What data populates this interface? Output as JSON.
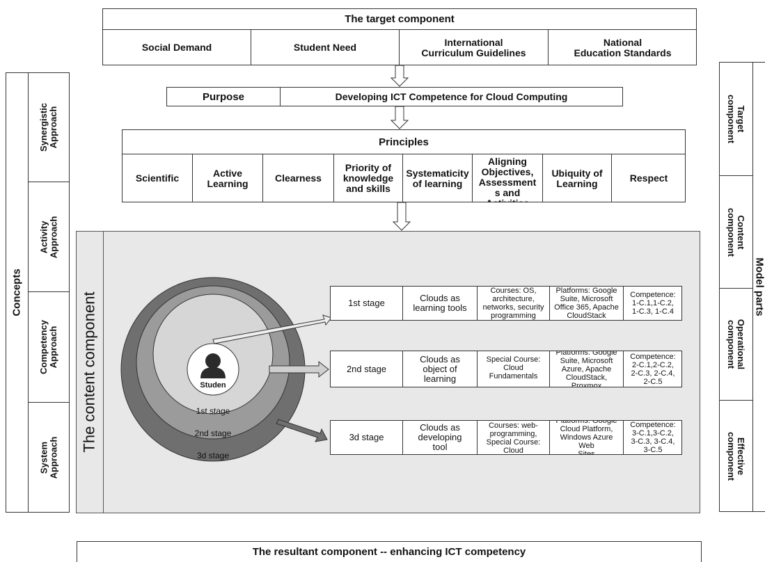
{
  "target": {
    "title": "The target component",
    "items": [
      "Social Demand",
      "Student Need",
      "International\nCurriculum Guidelines",
      "National\nEducation Standards"
    ]
  },
  "purpose": {
    "label": "Purpose",
    "text": "Developing ICT Competence for Cloud Computing"
  },
  "principles": {
    "title": "Principles",
    "items": [
      "Scientific",
      "Active\nLearning",
      "Clearness",
      "Priority of\nknowledge\nand skills",
      "Systematicity\nof learning",
      "Aligning\nObjectives,\nAssessment\ns and\nActivities",
      "Ubiquity of\nLearning",
      "Respect"
    ]
  },
  "concepts": {
    "label": "Concepts",
    "items": [
      "Synergistic\nApproach",
      "Activity Approach",
      "Competency\nApproach",
      "System\nApproach"
    ]
  },
  "model_parts": {
    "label": "Model parts",
    "items": [
      "Target component",
      "Content\ncomponent",
      "Operational\ncomponent",
      "Effective\ncomponent"
    ]
  },
  "content": {
    "label": "The content component",
    "student_label": "Studen",
    "rings": [
      "1st stage",
      "2nd stage",
      "3d stage"
    ],
    "stages": [
      {
        "stage": "1st stage",
        "role": "Clouds as\nlearning tools",
        "courses": "Courses: OS,\narchitecture,\nnetworks, security\nprogramming",
        "platforms": "Platforms: Google\nSuite, Microsoft\nOffice 365, Apache\nCloudStack",
        "competence": "Competence:\n1-C.1,1-C.2,\n1-C.3, 1-C.4"
      },
      {
        "stage": "2nd stage",
        "role": "Clouds as\nobject of\nlearning",
        "courses": "Special Course:\nCloud\nFundamentals",
        "platforms": "Platforms: Google\nSuite, Microsoft\nAzure, Apache\nCloudStack, Proxmox",
        "competence": "Competence:\n2-C.1,2-C.2,\n2-C.3, 2-C.4,\n2-C.5"
      },
      {
        "stage": "3d stage",
        "role": "Clouds as\ndeveloping\ntool",
        "courses": "Courses: web-\nprogramming,\nSpecial Course:\nCloud\nDevelopment",
        "platforms": "Platforms: Google\nCloud Platform,\nWindows Azure Web\nSites",
        "competence": "Competence:\n3-C.1,3-C.2,\n3-C.3, 3-C.4,\n3-C.5"
      }
    ]
  },
  "resultant": "The resultant component -- enhancing ICT competency",
  "colors": {
    "ring_outer": "#6f6f6f",
    "ring_middle": "#9b9b9b",
    "ring_inner": "#d6d6d6",
    "panel_bg": "#e8e8e8",
    "icon": "#2b2b2b"
  }
}
